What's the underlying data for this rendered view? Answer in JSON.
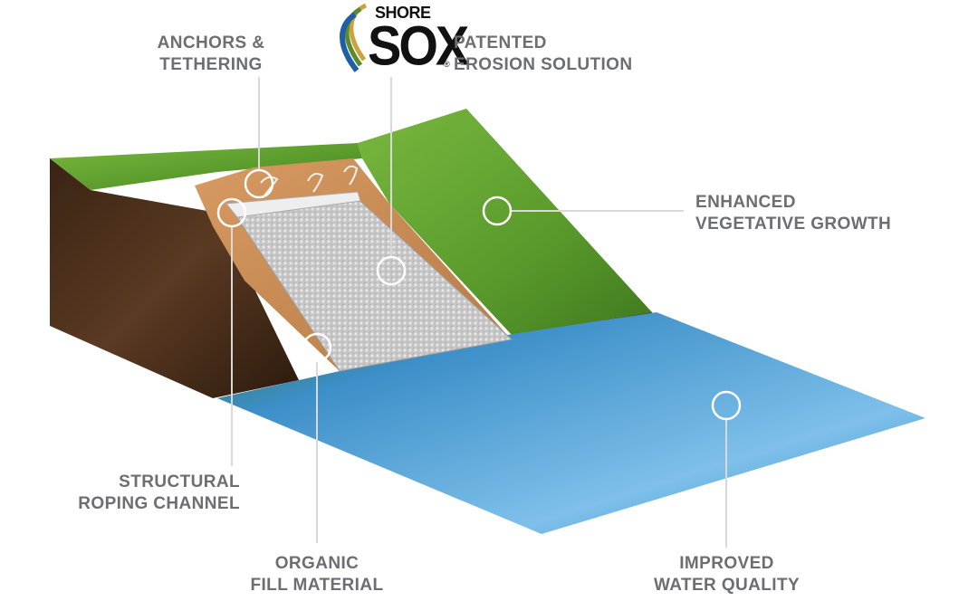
{
  "brand": {
    "word_top": "SHORE",
    "word_main": "SOX",
    "registered_mark": "®",
    "colors": {
      "swoosh_gold": "#c9a43b",
      "swoosh_green": "#5a8a2c",
      "swoosh_blue": "#1f5fa8",
      "text": "#111111"
    }
  },
  "callouts": {
    "anchors": {
      "line1": "ANCHORS &",
      "line2": "TETHERING"
    },
    "patented": {
      "line1": "PATENTED",
      "line2": "EROSION SOLUTION"
    },
    "vegetative": {
      "line1": "ENHANCED",
      "line2": "VEGETATIVE GROWTH"
    },
    "roping": {
      "line1": "STRUCTURAL",
      "line2": "ROPING CHANNEL"
    },
    "fill": {
      "line1": "ORGANIC",
      "line2": "FILL MATERIAL"
    },
    "water": {
      "line1": "IMPROVED",
      "line2": "WATER QUALITY"
    }
  },
  "colors": {
    "label_text": "#6d6e71",
    "callout_line": "#d9d9d9",
    "grass": "#5f9e2f",
    "soil": "#4a2f1c",
    "trench_sand": "#c98a55",
    "sock_mesh": "#bdbdbd",
    "water": "#4a9fd6"
  }
}
